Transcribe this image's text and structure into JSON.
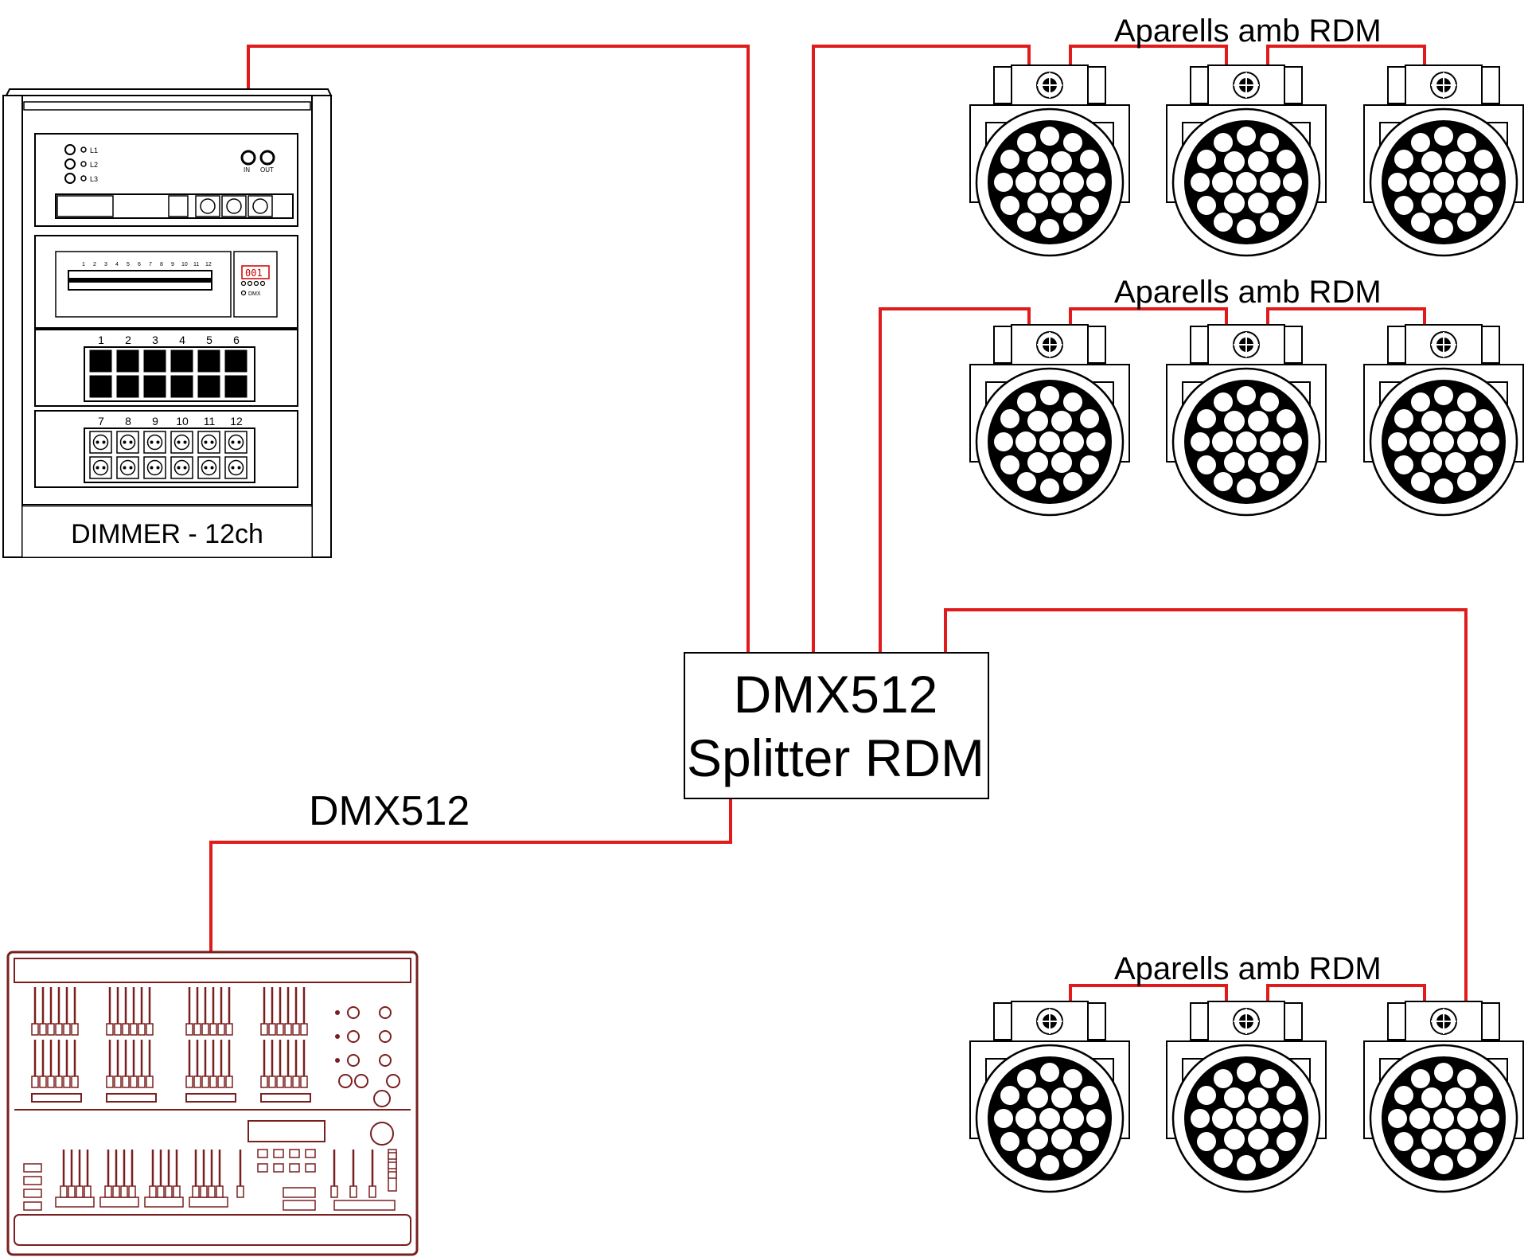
{
  "dimmer": {
    "label": "DIMMER - 12ch",
    "phases": [
      "L1",
      "L2",
      "L3"
    ],
    "dmx_in": "IN",
    "dmx_out": "OUT",
    "display": "001",
    "dmx_led": "DMX",
    "fader_numbers": [
      "1",
      "2",
      "3",
      "4",
      "5",
      "6",
      "7",
      "8",
      "9",
      "10",
      "11",
      "12"
    ],
    "outputs_top": [
      "1",
      "2",
      "3",
      "4",
      "5",
      "6"
    ],
    "outputs_bottom": [
      "7",
      "8",
      "9",
      "10",
      "11",
      "12"
    ]
  },
  "splitter": {
    "line1": "DMX512",
    "line2": "Splitter RDM"
  },
  "console_link": {
    "label": "DMX512"
  },
  "fixture_groups": [
    {
      "label": "Aparells amb RDM"
    },
    {
      "label": "Aparells amb RDM"
    },
    {
      "label": "Aparells amb RDM"
    }
  ],
  "colors": {
    "cable": "#e01b1b",
    "console": "#7a1f1f",
    "ink": "#000000"
  }
}
